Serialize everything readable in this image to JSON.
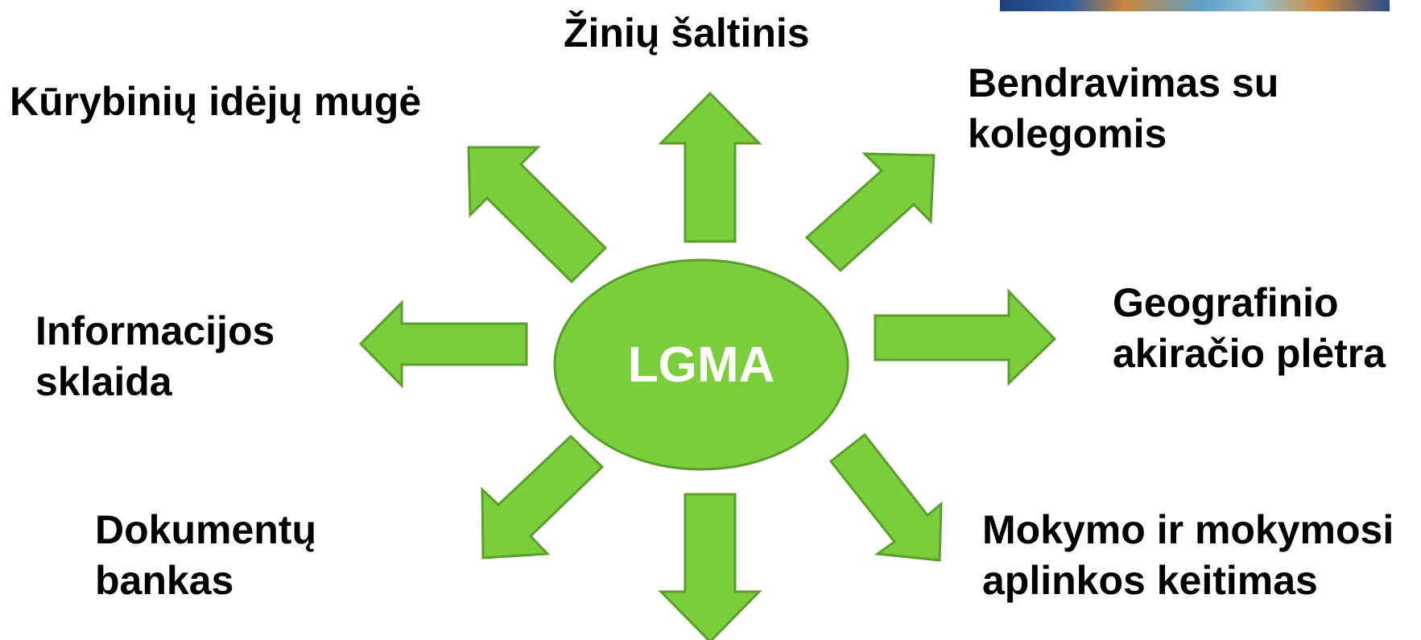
{
  "diagram": {
    "center_label": "LGMA",
    "colors": {
      "fill": "#7ccd3c",
      "stroke": "#5a9e2b",
      "text": "#000000",
      "center_text": "#ffffff"
    },
    "branches": [
      {
        "id": "top",
        "lines": [
          "Žinių šaltinis"
        ]
      },
      {
        "id": "top-left",
        "lines": [
          "Kūrybinių idėjų mugė"
        ]
      },
      {
        "id": "top-right",
        "lines": [
          "Bendravimas su",
          "kolegomis"
        ]
      },
      {
        "id": "left",
        "lines": [
          "Informacijos",
          "sklaida"
        ]
      },
      {
        "id": "right",
        "lines": [
          "Geografinio",
          "akiračio plėtra"
        ]
      },
      {
        "id": "bottom-left",
        "lines": [
          "Dokumentų",
          "bankas"
        ]
      },
      {
        "id": "bottom-right",
        "lines": [
          "Mokymo ir mokymosi",
          "aplinkos keitimas"
        ]
      }
    ]
  }
}
